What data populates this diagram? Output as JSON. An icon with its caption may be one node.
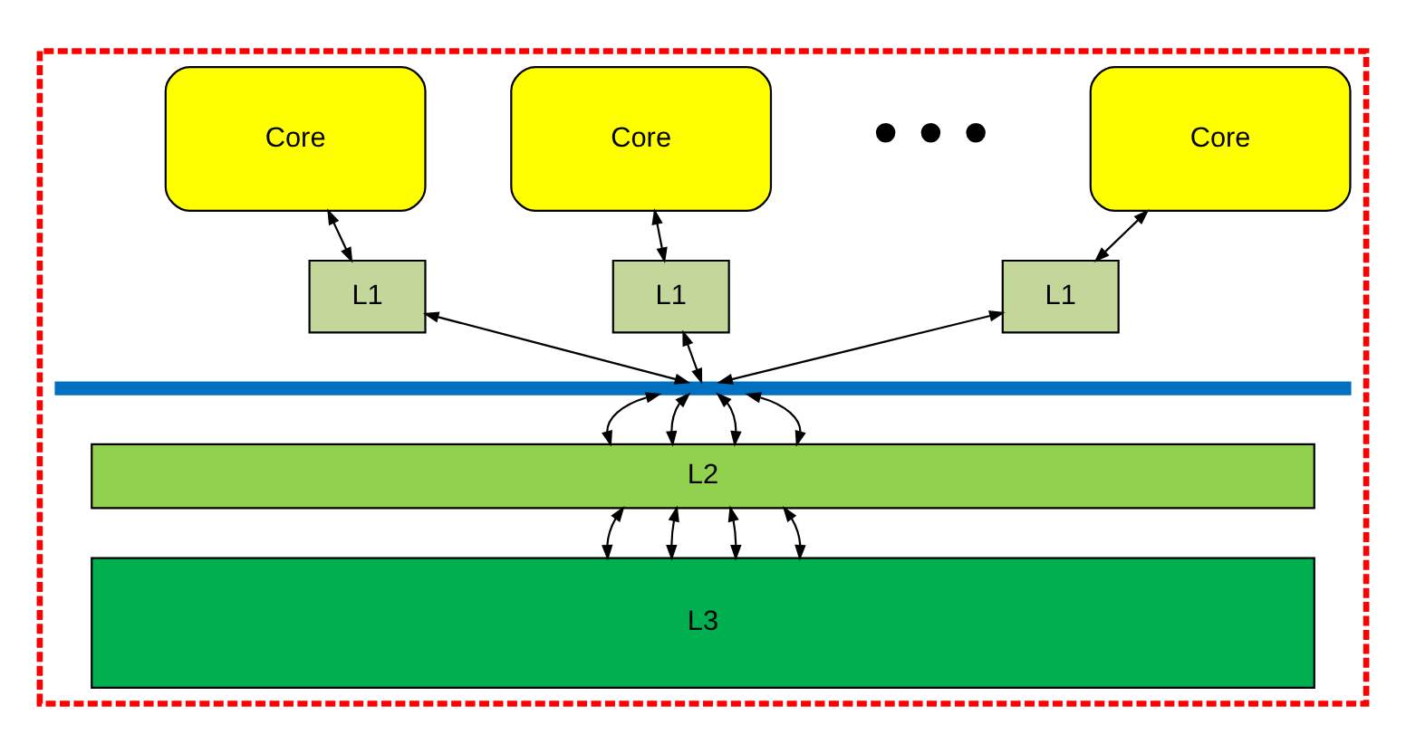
{
  "diagram": {
    "nodes": [
      {
        "text": [],
        "shape": "box"
      },
      {
        "text": [
          "Core"
        ],
        "in": 0
      },
      {
        "text": [
          "Core"
        ],
        "in": 0
      },
      {
        "text": [
          "Core"
        ],
        "in": 0
      },
      {
        "text": [
          "L1"
        ],
        "in": 0
      },
      {
        "text": [
          "L1"
        ],
        "in": 0
      },
      {
        "text": [
          "L1"
        ],
        "in": 0
      },
      {
        "text": [],
        "shape": "bar",
        "in": 0
      },
      {
        "text": [
          "L2"
        ],
        "in": 0
      },
      {
        "text": [
          "L3"
        ],
        "in": 0
      }
    ],
    "edges": [
      {
        "from": 1,
        "to": 4,
        "arrow": "both"
      },
      {
        "from": 2,
        "to": 5,
        "arrow": "both"
      },
      {
        "from": 3,
        "to": 6,
        "arrow": "both"
      },
      {
        "from": 4,
        "to": 7,
        "arrow": "both"
      },
      {
        "from": 5,
        "to": 7,
        "arrow": "both"
      },
      {
        "from": 6,
        "to": 7,
        "arrow": "both"
      },
      {
        "from": 7,
        "to": 8,
        "arrow": "both"
      },
      {
        "from": 7,
        "to": 8,
        "arrow": "both"
      },
      {
        "from": 7,
        "to": 8,
        "arrow": "both"
      },
      {
        "from": 7,
        "to": 8,
        "arrow": "both"
      },
      {
        "from": 8,
        "to": 9,
        "arrow": "both"
      },
      {
        "from": 8,
        "to": 9,
        "arrow": "both"
      },
      {
        "from": 8,
        "to": 9,
        "arrow": "both"
      },
      {
        "from": 8,
        "to": 9,
        "arrow": "both"
      }
    ],
    "labels": [
      "• • •"
    ]
  }
}
